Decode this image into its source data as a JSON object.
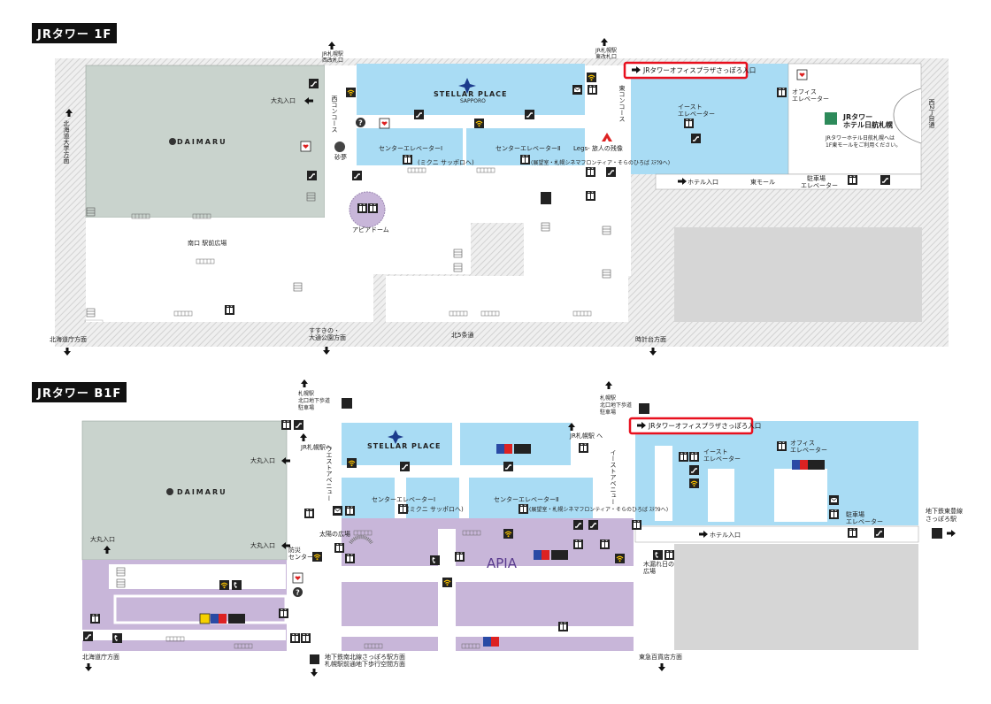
{
  "colors": {
    "daimaru": "#c9d3cd",
    "stellar": "#a9dcf4",
    "apia": "#c8b6d9",
    "parking": "#d6d6d6",
    "hatch": "#e6e6e6",
    "highlight": "#e8101e"
  },
  "floor1": {
    "title": "JRタワー  1F",
    "daimaru": "DAIMARU",
    "stellar": "STELLAR PLACE",
    "stellar_sub": "SAPPORO",
    "daimaru_entrance": "大丸入口",
    "jr_west": [
      "JR札幌駅",
      "西改札口"
    ],
    "jr_east": [
      "JR札幌駅",
      "東改札口"
    ],
    "west_concourse": "西コンコース",
    "east_concourse": "東コンコース",
    "office_plaza": "JRタワーオフィスプラザさっぽろ入口",
    "center_elev1": "センターエレベーターⅠ",
    "center_elev1_note": "(ミクニ サッポロへ)",
    "center_elev2": "センターエレベーターⅡ",
    "center_elev2_note": "(展望室・札幌シネマフロンティア・そらのひろば ｽﾃﾗ9へ)",
    "east_elevator": [
      "イースト",
      "エレベーター"
    ],
    "office_elevator": [
      "オフィス",
      "エレベーター"
    ],
    "hotel_name": [
      "JRタワー",
      "ホテル日航札幌"
    ],
    "hotel_note": [
      "JRタワーホテル日航札幌へは",
      "1F東モールをご利用ください。"
    ],
    "sand_clock": "砂夢",
    "legs": "Legs- 旅人の残像",
    "apia_dome": "アピアドーム",
    "south_plaza": "南口 駅前広場",
    "hotel_entrance": "ホテル入口",
    "east_mall": "東モール",
    "parking_elev": [
      "駐車場",
      "エレベーター"
    ],
    "west2": "西2丁目通",
    "hokudai": "北海道大学方面",
    "dochō": "北海道庁方面",
    "susukino": [
      "すすきの・",
      "大通公園方面"
    ],
    "kita5": "北5条通",
    "tokeidai": "時計台方面"
  },
  "floorB1": {
    "title": "JRタワー  B1F",
    "daimaru": "DAIMARU",
    "stellar": "STELLAR PLACE",
    "apia": "APIA",
    "north_passage_w": [
      "札幌駅",
      "北口地下歩道",
      "駐車場"
    ],
    "north_passage_e": [
      "札幌駅",
      "北口地下歩道",
      "駐車場"
    ],
    "to_jr_w": "JR札幌駅へ",
    "to_jr_e": "JR札幌駅 へ",
    "west_avenue": "ウエストアベニュー",
    "east_avenue": "イーストアベニュー",
    "daimaru_entrance1": "大丸入口",
    "daimaru_entrance2": "大丸入口",
    "daimaru_entrance3": "大丸入口",
    "office_plaza": "JRタワーオフィスプラザさっぽろ入口",
    "center_elev1": "センターエレベーターⅠ",
    "center_elev1_note": "(ミクニ サッポロへ)",
    "center_elev2": "センターエレベーターⅡ",
    "center_elev2_note": "(展望室・札幌シネマフロンティア・そらのひろば ｽﾃﾗ9へ)",
    "east_elevator": [
      "イースト",
      "エレベーター"
    ],
    "office_elevator": [
      "オフィス",
      "エレベーター"
    ],
    "parking_elev": [
      "駐車場",
      "エレベーター"
    ],
    "sun_plaza": "太陽の広場",
    "disaster_center": [
      "防災",
      "センター"
    ],
    "komorebi": [
      "木漏れ日の",
      "広場"
    ],
    "hotel_entrance": "ホテル入口",
    "toho_line": [
      "地下鉄東豊線",
      "さっぽろ駅"
    ],
    "namboku_line": [
      "地下鉄南北線さっぽろ駅方面",
      "札幌駅前通地下歩行空間方面"
    ],
    "dochō": "北海道庁方面",
    "tokyu": "東急百貨店方面"
  }
}
